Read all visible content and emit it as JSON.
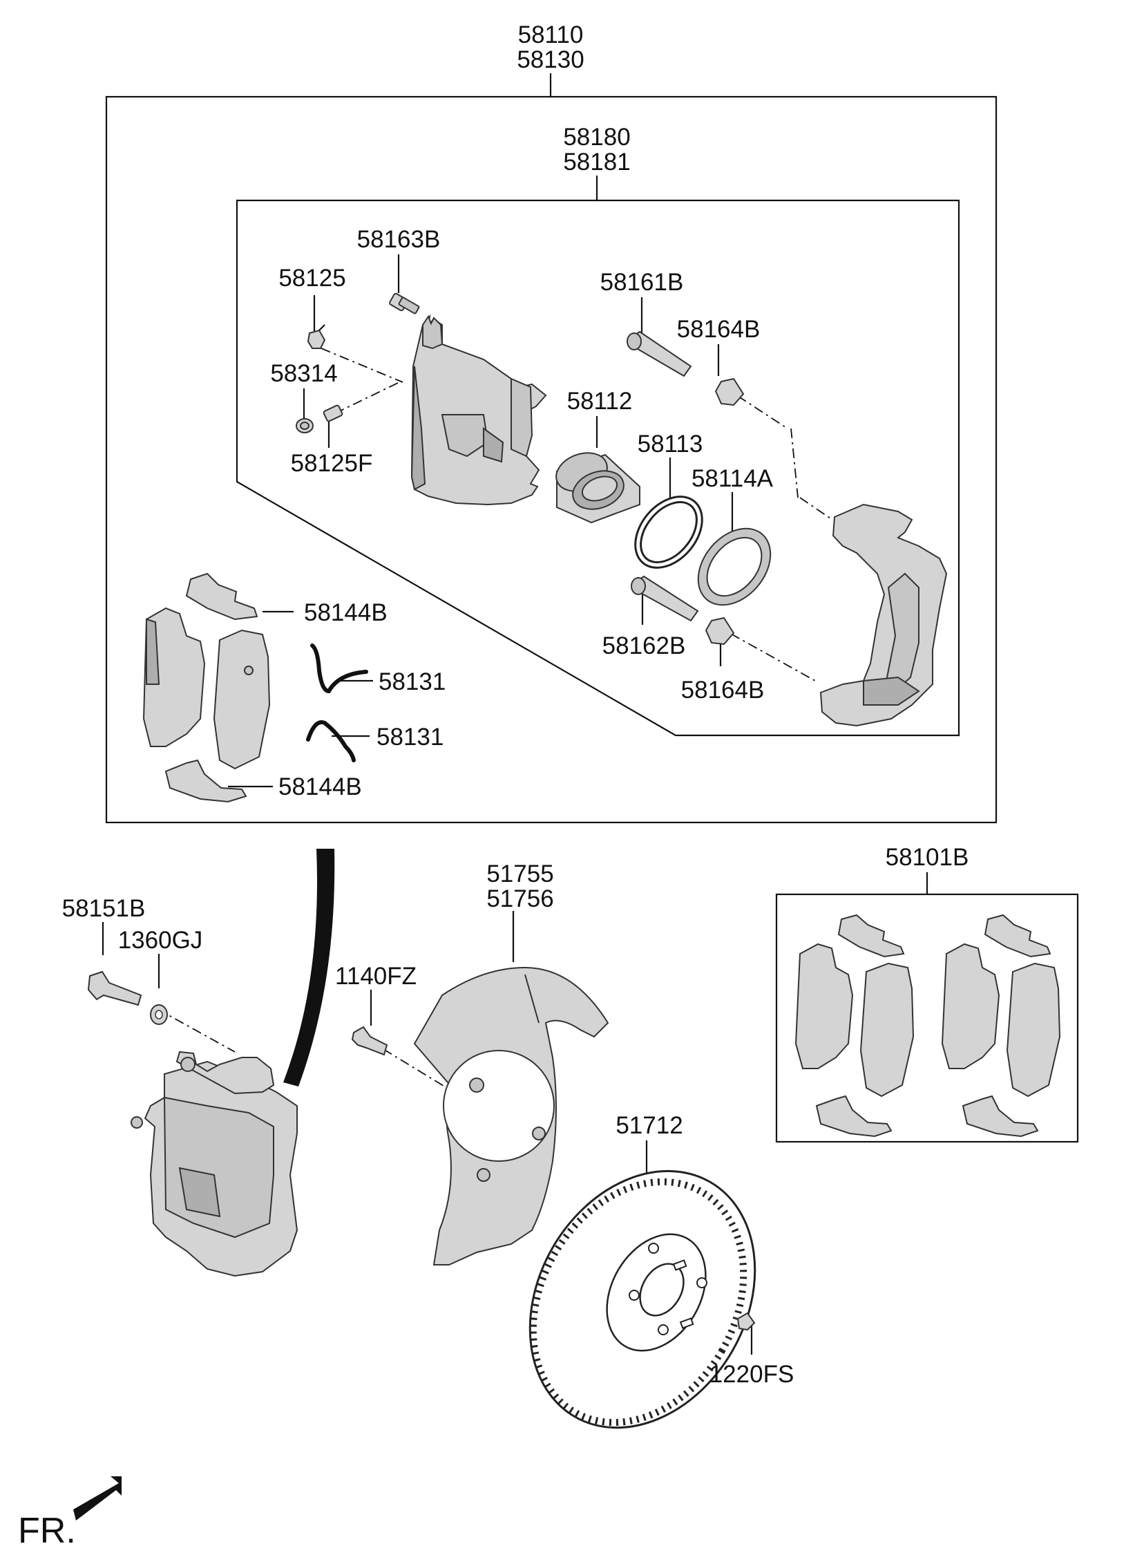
{
  "labels": {
    "l58110": "58110",
    "l58130": "58130",
    "l58180": "58180",
    "l58181": "58181",
    "l58163B": "58163B",
    "l58125": "58125",
    "l58314": "58314",
    "l58125F": "58125F",
    "l58161B": "58161B",
    "l58164B_top": "58164B",
    "l58112": "58112",
    "l58113": "58113",
    "l58114A": "58114A",
    "l58144B_top": "58144B",
    "l58131_a": "58131",
    "l58131_b": "58131",
    "l58162B": "58162B",
    "l58164B_bot": "58164B",
    "l58144B_bot": "58144B",
    "l58151B": "58151B",
    "l1360GJ": "1360GJ",
    "l1140FZ": "1140FZ",
    "l51755": "51755",
    "l51756": "51756",
    "l58101B": "58101B",
    "l51712": "51712",
    "l1220FS": "1220FS",
    "fr": "FR."
  }
}
